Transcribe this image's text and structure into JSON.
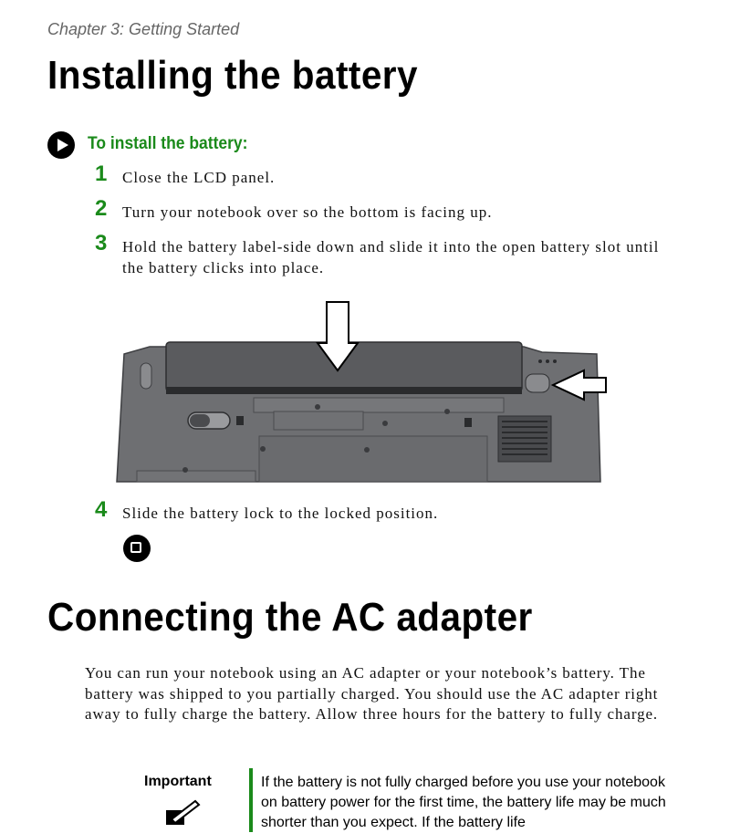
{
  "header": {
    "chapter": "Chapter 3: Getting Started"
  },
  "section1": {
    "title": "Installing the battery",
    "procedure_label": "To install the battery:",
    "steps": [
      {
        "number": "1",
        "text": "Close the LCD panel."
      },
      {
        "number": "2",
        "text": "Turn your notebook over so the bottom is facing up."
      },
      {
        "number": "3",
        "text": "Hold the battery label-side down and slide it into the open battery slot until the battery clicks into place."
      },
      {
        "number": "4",
        "text": "Slide the battery lock to the locked position."
      }
    ]
  },
  "section2": {
    "title": "Connecting the AC adapter",
    "paragraph": "You can run your notebook using an AC adapter or your notebook’s battery. The battery was shipped to you partially charged. You should use the AC adapter right away to fully charge the battery. Allow three hours for the battery to fully charge.",
    "important_label": "Important",
    "important_text": "If the battery is not fully charged before you use your notebook on battery power for the first time, the battery life may be much shorter than you expect. If the battery life"
  },
  "colors": {
    "accent": "#1a8a1a",
    "chapter_text": "#666666"
  },
  "icons": {
    "procedure": "procedure-start-icon",
    "end": "procedure-end-icon",
    "important": "important-note-icon"
  }
}
